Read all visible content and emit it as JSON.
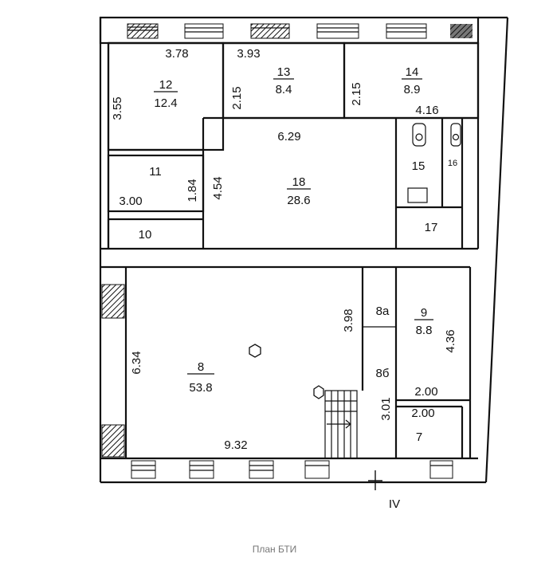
{
  "rooms": [
    {
      "number": "12",
      "area": "12.4"
    },
    {
      "number": "13",
      "area": "8.4"
    },
    {
      "number": "14",
      "area": "8.9"
    },
    {
      "number": "11"
    },
    {
      "number": "10"
    },
    {
      "number": "18",
      "area": "28.6"
    },
    {
      "number": "15"
    },
    {
      "number": "16"
    },
    {
      "number": "17"
    },
    {
      "number": "8",
      "area": "53.8"
    },
    {
      "number": "8а"
    },
    {
      "number": "8б"
    },
    {
      "number": "9",
      "area": "8.8"
    },
    {
      "number": "7"
    }
  ],
  "dimensions": [
    "3.78",
    "3.93",
    "3.55",
    "2.15",
    "2.15",
    "4.16",
    "6.29",
    "4.54",
    "1.84",
    "3.00",
    "3.98",
    "4.36",
    "2.00",
    "2.00",
    "3.01",
    "6.34",
    "9.32"
  ],
  "section_mark": "IV",
  "section_color": "#cc2222",
  "caption": "План БТИ"
}
